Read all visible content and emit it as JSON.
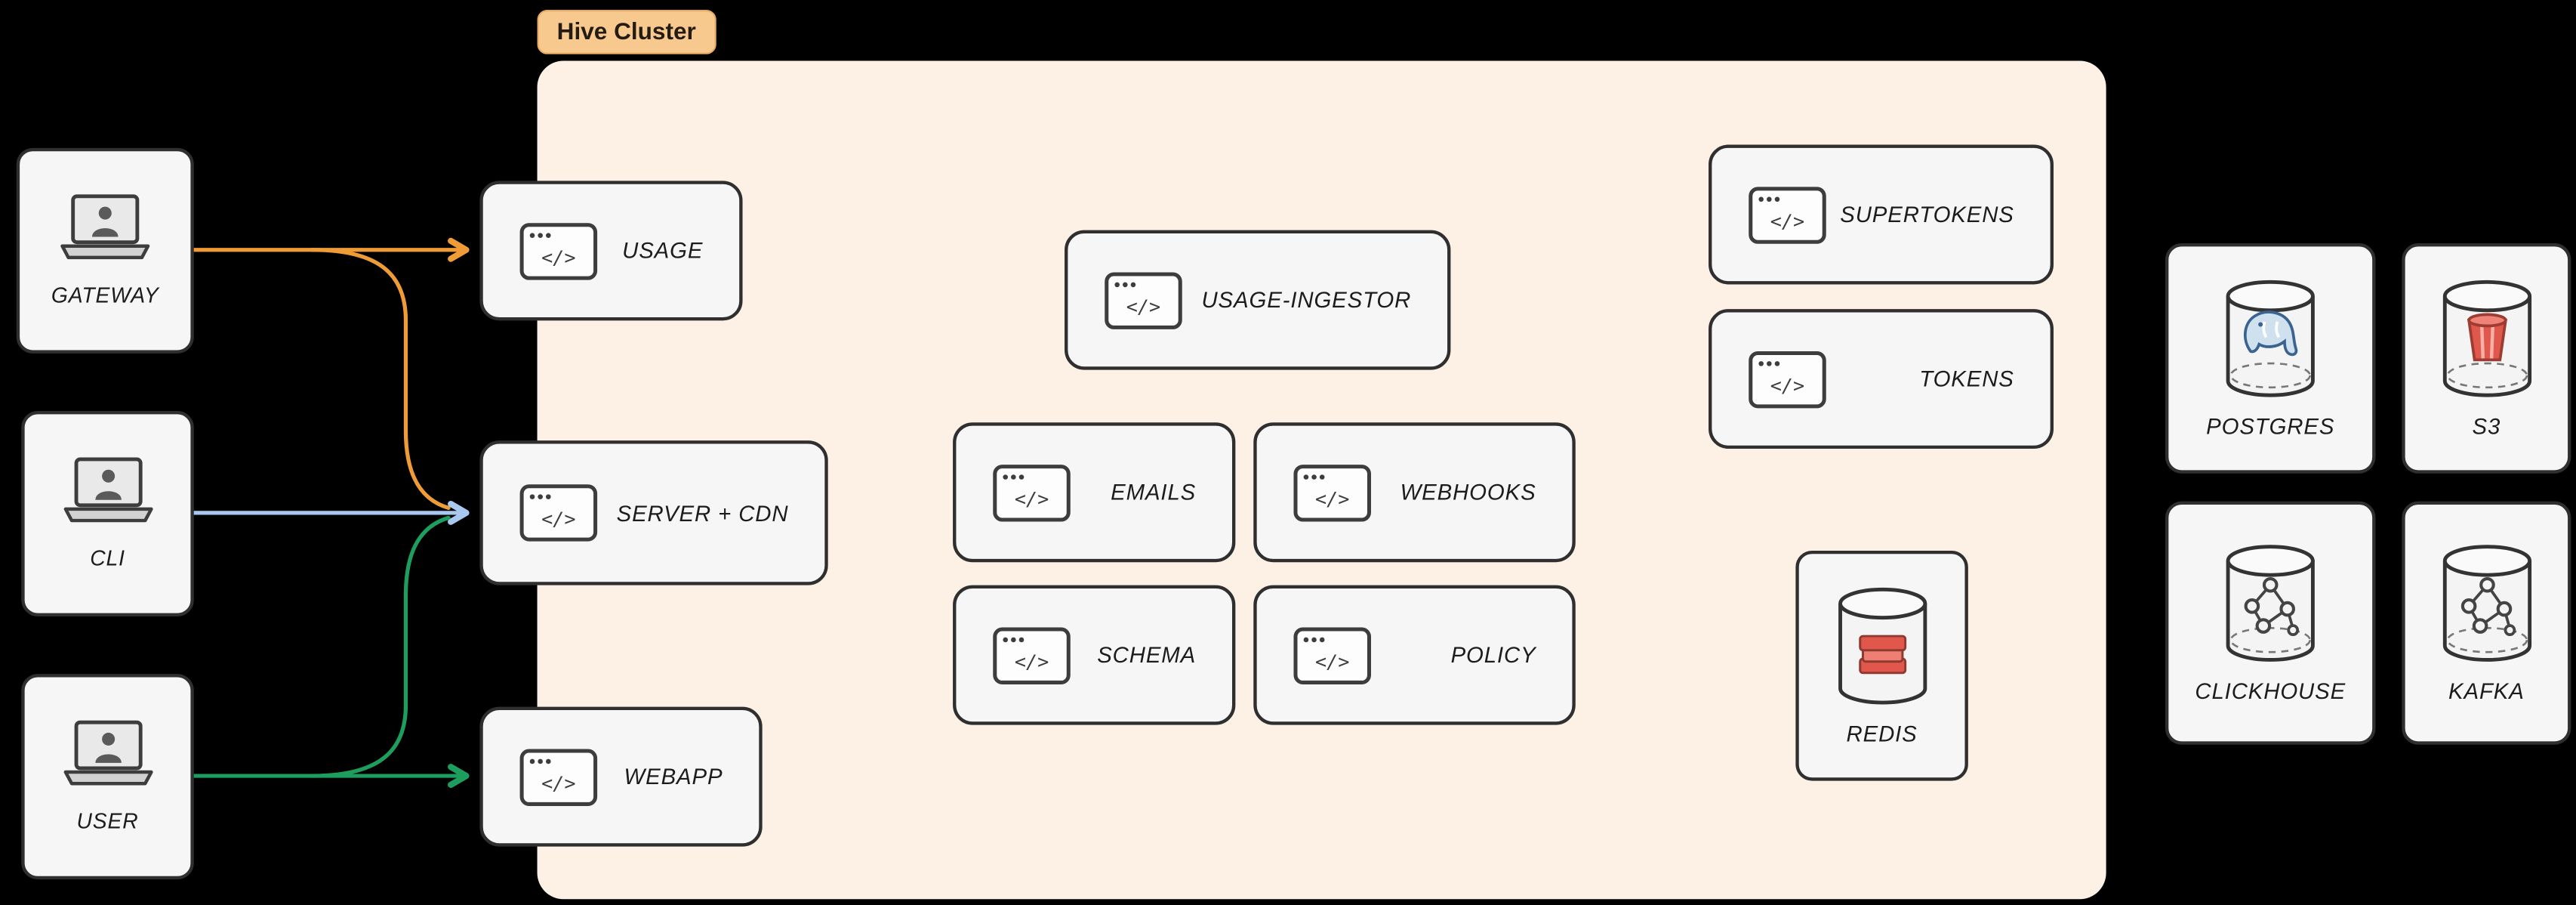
{
  "cluster": {
    "label": "Hive Cluster"
  },
  "nodes": {
    "gateway": {
      "label": "GATEWAY"
    },
    "cli": {
      "label": "CLI"
    },
    "user": {
      "label": "USER"
    },
    "usage": {
      "label": "USAGE"
    },
    "server_cdn": {
      "label": "SERVER + CDN"
    },
    "webapp": {
      "label": "WEBAPP"
    },
    "usage_ingestor": {
      "label": "USAGE-INGESTOR"
    },
    "emails": {
      "label": "EMAILS"
    },
    "webhooks": {
      "label": "WEBHOOKS"
    },
    "schema": {
      "label": "SCHEMA"
    },
    "policy": {
      "label": "POLICY"
    },
    "supertokens": {
      "label": "SUPERTOKENS"
    },
    "tokens": {
      "label": "TOKENS"
    },
    "redis": {
      "label": "REDIS"
    },
    "postgres": {
      "label": "POSTGRES"
    },
    "s3": {
      "label": "S3"
    },
    "clickhouse": {
      "label": "CLICKHOUSE"
    },
    "kafka": {
      "label": "KAFKA"
    }
  },
  "icons": {
    "code_glyph": "</>"
  },
  "edges": [
    {
      "from": "GATEWAY",
      "to": "USAGE",
      "color": "#f09c36"
    },
    {
      "from": "GATEWAY",
      "to": "SERVER + CDN",
      "color": "#f09c36"
    },
    {
      "from": "CLI",
      "to": "SERVER + CDN",
      "color": "#a9c8f0"
    },
    {
      "from": "USER",
      "to": "WEBAPP",
      "color": "#1d9e5f"
    },
    {
      "from": "USER",
      "to": "SERVER + CDN",
      "color": "#1d9e5f"
    }
  ],
  "colors": {
    "background": "#000000",
    "cluster_fill": "#fdf1e6",
    "cluster_tab_fill": "#f8c98f",
    "node_fill": "#f6f6f6",
    "node_stroke": "#2f2f2f",
    "arrow_gateway": "#f09c36",
    "arrow_cli": "#a9c8f0",
    "arrow_user": "#1d9e5f"
  }
}
